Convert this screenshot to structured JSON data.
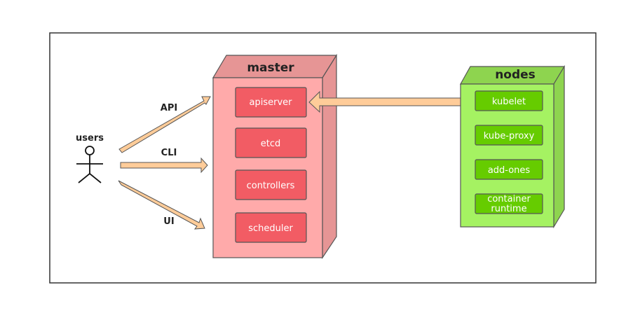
{
  "users": {
    "label": "users"
  },
  "channels": {
    "api": "API",
    "cli": "CLI",
    "ui": "UI"
  },
  "master": {
    "title": "master",
    "components": [
      "apiserver",
      "etcd",
      "controllers",
      "scheduler"
    ]
  },
  "nodes": {
    "title": "nodes",
    "components": [
      "kubelet",
      "kube-proxy",
      "add-ones",
      "container",
      "runtime"
    ]
  },
  "colors": {
    "master_front": "#ffaaaa",
    "master_side": "#e69595",
    "master_component": "#f25c64",
    "node_front": "#a5f262",
    "node_side": "#8ed44f",
    "node_component": "#66cc00",
    "arrow_fill": "#ffcc99"
  }
}
